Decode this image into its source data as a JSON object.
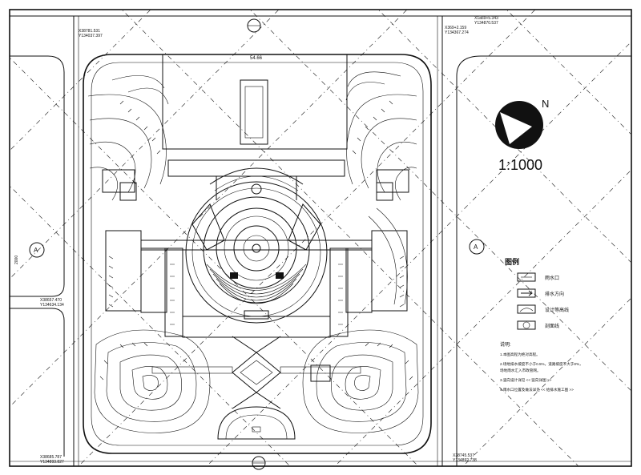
{
  "scale": {
    "north_label": "N",
    "ratio": "1:1000"
  },
  "coords": [
    {
      "x": "X38781.531",
      "y": "Y134037.397"
    },
    {
      "x": "X369+2.159",
      "y": "Y134367.274"
    },
    {
      "x": "X1a69+5.343",
      "y": "Y134870.537"
    },
    {
      "x": "X38657.470",
      "y": "Y134634.134"
    },
    {
      "x": "X38685.787",
      "y": "Y134893.827"
    },
    {
      "x": "X38745.537",
      "y": "Y134892.738"
    }
  ],
  "axis_marks": [
    "A",
    "A"
  ],
  "top_label": "54.66",
  "left_label": "2000",
  "legend": {
    "title": "图例",
    "items": [
      {
        "label": "雨水口"
      },
      {
        "label": "排水方向"
      },
      {
        "label": "设计等高线"
      },
      {
        "label": "剖面线"
      }
    ]
  },
  "notes": {
    "title": "说明:",
    "lines": [
      "1.本图高程为绝对高程。",
      "2.场地排水坡度不小于0.5%，道路坡度不大于8%，",
      "  场地雨水汇入市政管网。",
      "3.竖向设计详见 << 竖向详图 >>",
      "4.雨水口位置及做法详见 << 给排水施工图 >>"
    ]
  }
}
